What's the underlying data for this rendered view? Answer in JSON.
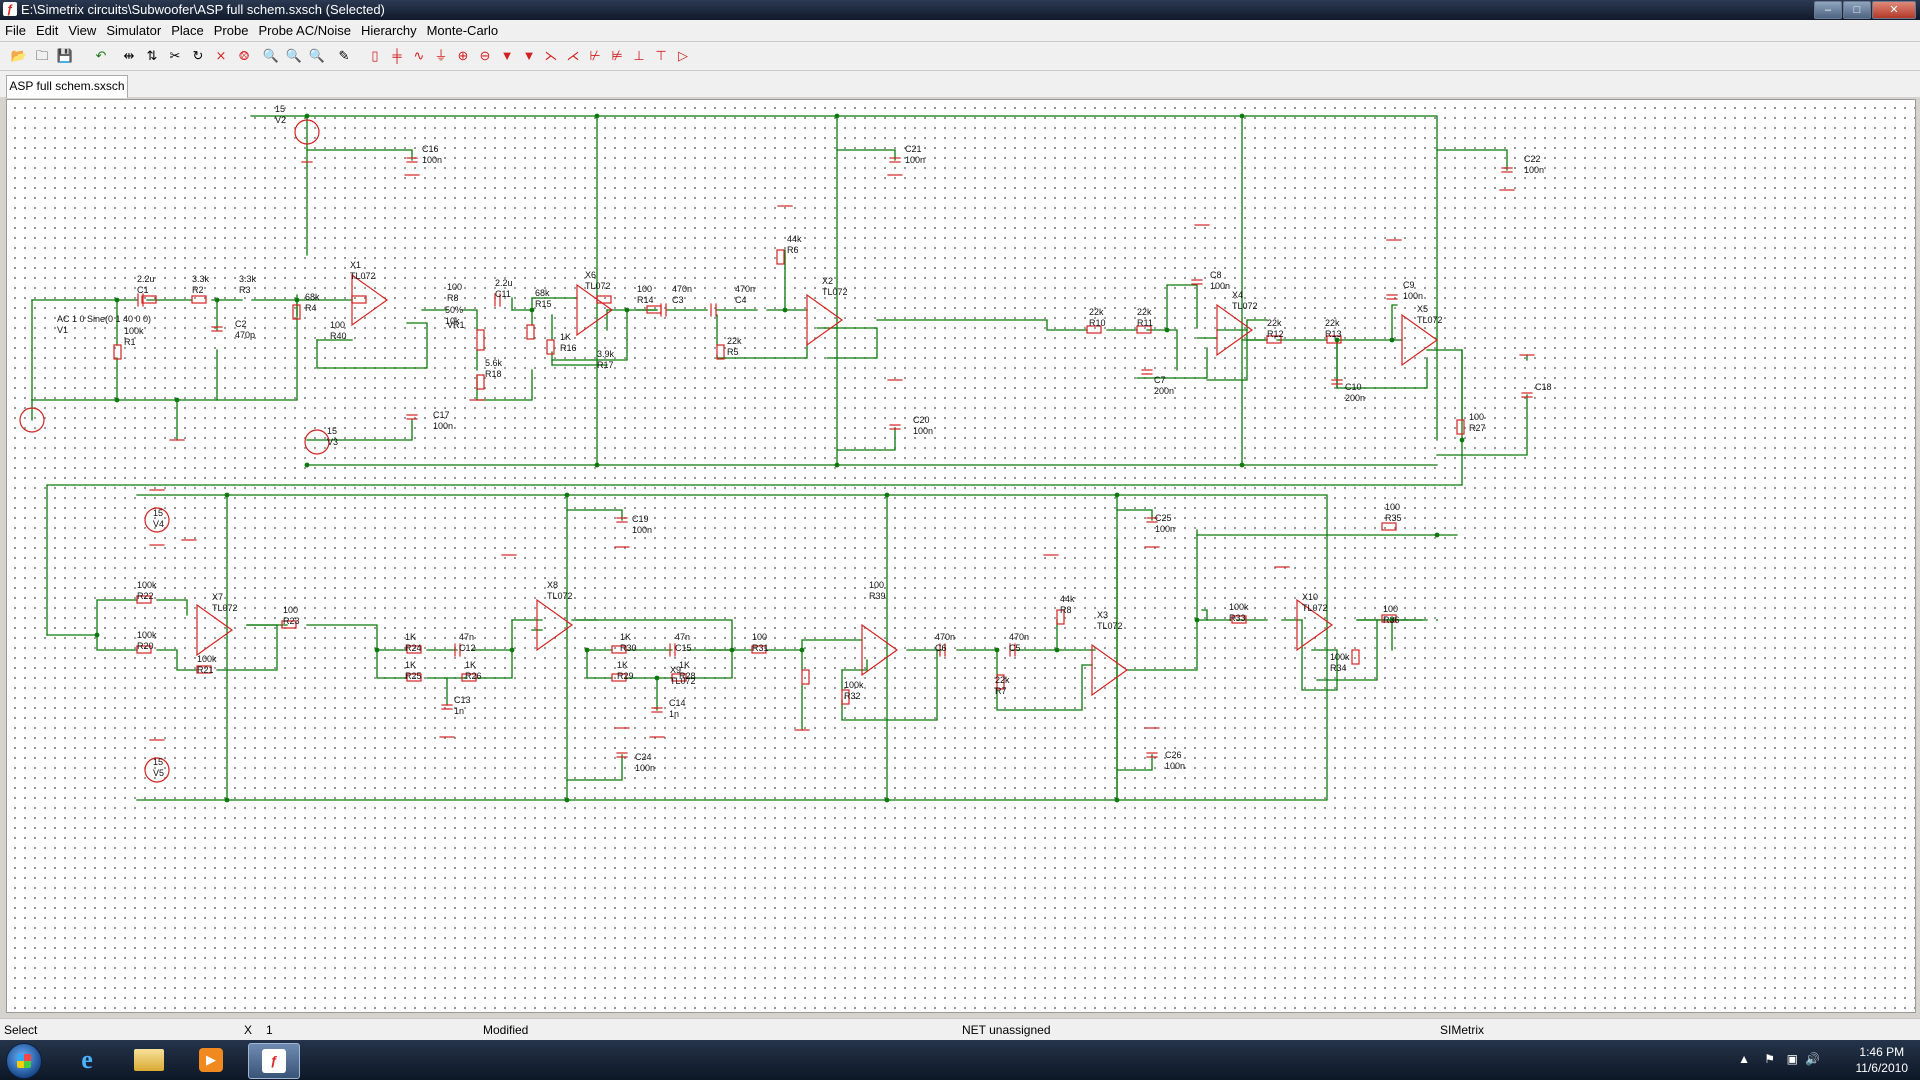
{
  "window": {
    "title": "E:\\Simetrix circuits\\Subwoofer\\ASP full schem.sxsch (Selected)"
  },
  "menu": [
    "File",
    "Edit",
    "View",
    "Simulator",
    "Place",
    "Probe",
    "Probe AC/Noise",
    "Hierarchy",
    "Monte-Carlo"
  ],
  "toolbar": {
    "general": [
      "open-icon",
      "new-icon",
      "save-icon",
      "undo-icon",
      "mirror-icon",
      "flip-icon",
      "cut-icon",
      "rotate-icon",
      "delete-icon",
      "delete-all-icon",
      "zoom-full-icon",
      "zoom-out-icon",
      "zoom-in-icon",
      "wire-pen-icon"
    ],
    "components": [
      "resistor-icon",
      "capacitor-icon",
      "inductor-icon",
      "ground-icon",
      "voltage-source-icon",
      "diode-icon",
      "npn-icon",
      "pnp-icon",
      "nmos-icon",
      "pmos-icon",
      "opamp-icon",
      "comparator-icon",
      "switch-icon",
      "supply-icon",
      "arrow-icon"
    ]
  },
  "tabs": [
    "ASP full schem.sxsch"
  ],
  "status": {
    "mode": "Select",
    "x_label": "X",
    "x_value": "1",
    "modified": "Modified",
    "net": "NET unassigned",
    "app": "SIMetrix"
  },
  "taskbar": {
    "time": "1:46 PM",
    "date": "11/6/2010"
  },
  "schematic": {
    "labels": [
      [
        "15",
        "V2"
      ],
      [
        "C16",
        "100n"
      ],
      [
        "C21",
        "100n"
      ],
      [
        "C22",
        "100n"
      ],
      [
        "2.2u",
        "C1"
      ],
      [
        "3.3k",
        "R2"
      ],
      [
        "3.3k",
        "R3"
      ],
      [
        "68k",
        "R4"
      ],
      [
        "X1",
        "TL072"
      ],
      [
        "100",
        "R8"
      ],
      [
        "2.2u",
        "C11"
      ],
      [
        "68k",
        "R15"
      ],
      [
        "X6",
        "TL072"
      ],
      [
        "100",
        "R14"
      ],
      [
        "470n",
        "C3"
      ],
      [
        "470n",
        "C4"
      ],
      [
        "44k",
        "R6"
      ],
      [
        "X2",
        "TL072"
      ],
      [
        "22k",
        "R10"
      ],
      [
        "22k",
        "R11"
      ],
      [
        "22k",
        "R12"
      ],
      [
        "22k",
        "R13"
      ],
      [
        "X4",
        "TL072"
      ],
      [
        "X5",
        "TL072"
      ],
      [
        "C8",
        "100n"
      ],
      [
        "C9",
        "100n"
      ],
      [
        "C7",
        "200n"
      ],
      [
        "C10",
        "200n"
      ],
      [
        "C18",
        ""
      ],
      [
        "100",
        "R27"
      ],
      [
        "AC 1 0 Sine(0 1 40 0 0)",
        "V1"
      ],
      [
        "100k",
        "R1"
      ],
      [
        "C2",
        "470p"
      ],
      [
        "100",
        "R40"
      ],
      [
        "50%",
        "10k"
      ],
      [
        "VR1",
        ""
      ],
      [
        "5.6k",
        "R18"
      ],
      [
        "1K",
        "R16"
      ],
      [
        "3.9k",
        "R17"
      ],
      [
        "22k",
        "R5"
      ],
      [
        "C17",
        "100n"
      ],
      [
        "15",
        "V3"
      ],
      [
        "C20",
        "100n"
      ],
      [
        "15",
        "V4"
      ],
      [
        "C19",
        "100n"
      ],
      [
        "C25",
        "100n"
      ],
      [
        "100",
        "R35"
      ],
      [
        "X7",
        "TL072"
      ],
      [
        "100k",
        "R22"
      ],
      [
        "100k",
        "R20"
      ],
      [
        "100k",
        "R21"
      ],
      [
        "100",
        "R23"
      ],
      [
        "X8",
        "TL072"
      ],
      [
        "1K",
        "R24"
      ],
      [
        "1K",
        "R25"
      ],
      [
        "47n",
        "C12"
      ],
      [
        "1K",
        "R26"
      ],
      [
        "1K",
        "R30"
      ],
      [
        "47n",
        "C15"
      ],
      [
        "1K",
        "R29"
      ],
      [
        "1K",
        "R28"
      ],
      [
        "100",
        "R31"
      ],
      [
        "X9",
        "TL072"
      ],
      [
        "100k",
        "R32"
      ],
      [
        "100",
        "R39"
      ],
      [
        "470n",
        "C6"
      ],
      [
        "470n",
        "C5"
      ],
      [
        "44k",
        "R8"
      ],
      [
        "22k",
        "R7"
      ],
      [
        "X3",
        "TL072"
      ],
      [
        "100k",
        "R33"
      ],
      [
        "X10",
        "TL072"
      ],
      [
        "100k",
        "R34"
      ],
      [
        "100",
        "R36"
      ],
      [
        "C13",
        "1n"
      ],
      [
        "C14",
        "1n"
      ],
      [
        "C24",
        "100n"
      ],
      [
        "C26",
        "100n"
      ],
      [
        "15",
        "V5"
      ]
    ]
  }
}
